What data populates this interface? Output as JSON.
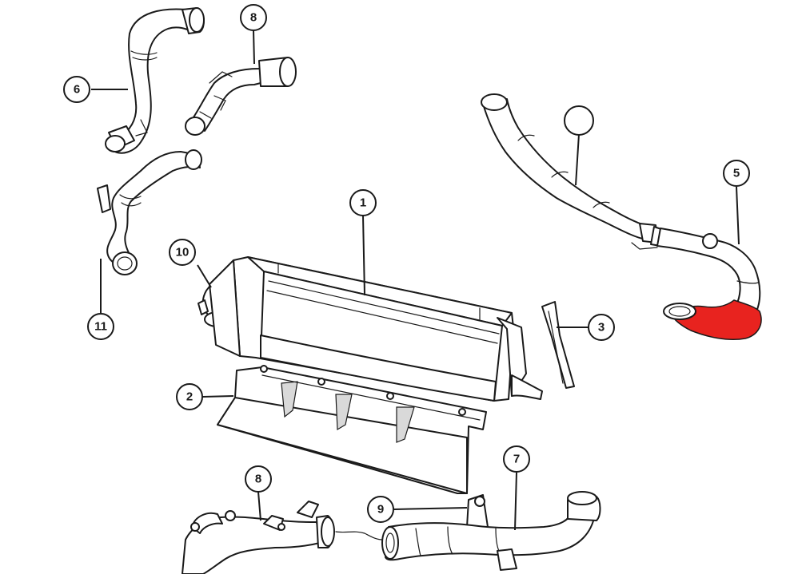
{
  "diagram": {
    "callouts": [
      "1",
      "2",
      "3",
      "",
      "5",
      "6",
      "7",
      "8",
      "8",
      "9",
      "10",
      "11"
    ],
    "colors": {
      "line": "#1a1a1a",
      "fill": "#ffffff",
      "shade": "#d9d9d9",
      "highlight": "#e8231f"
    },
    "highlighted_part": "5"
  }
}
